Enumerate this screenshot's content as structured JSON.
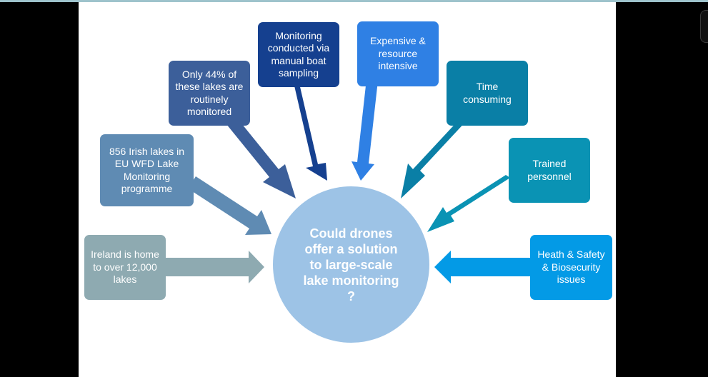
{
  "diagram": {
    "center": {
      "text": "Could drones\noffer a solution\nto large-scale\nlake monitoring\n?",
      "color": "#9dc3e6"
    },
    "boxes": [
      {
        "id": "ireland",
        "text": "Ireland is home\nto over 12,000\nlakes",
        "color": "#8eaab1"
      },
      {
        "id": "irish-lakes",
        "text": "856 Irish lakes in\nEU WFD Lake\nMonitoring\nprogramme",
        "color": "#5f8bb3"
      },
      {
        "id": "only-44",
        "text": "Only 44% of\nthese lakes are\nroutinely\nmonitored",
        "color": "#3c5f9a"
      },
      {
        "id": "boat-sampling",
        "text": "Monitoring\nconducted via\nmanual boat\nsampling",
        "color": "#15408f"
      },
      {
        "id": "expensive",
        "text": "Expensive &\nresource\nintensive",
        "color": "#2f80e4"
      },
      {
        "id": "time",
        "text": "Time\nconsuming",
        "color": "#0a7fa6"
      },
      {
        "id": "personnel",
        "text": "Trained\npersonnel",
        "color": "#0a93b4"
      },
      {
        "id": "safety",
        "text": "Heath & Safety\n& Biosecurity\nissues",
        "color": "#039ae6"
      }
    ]
  }
}
